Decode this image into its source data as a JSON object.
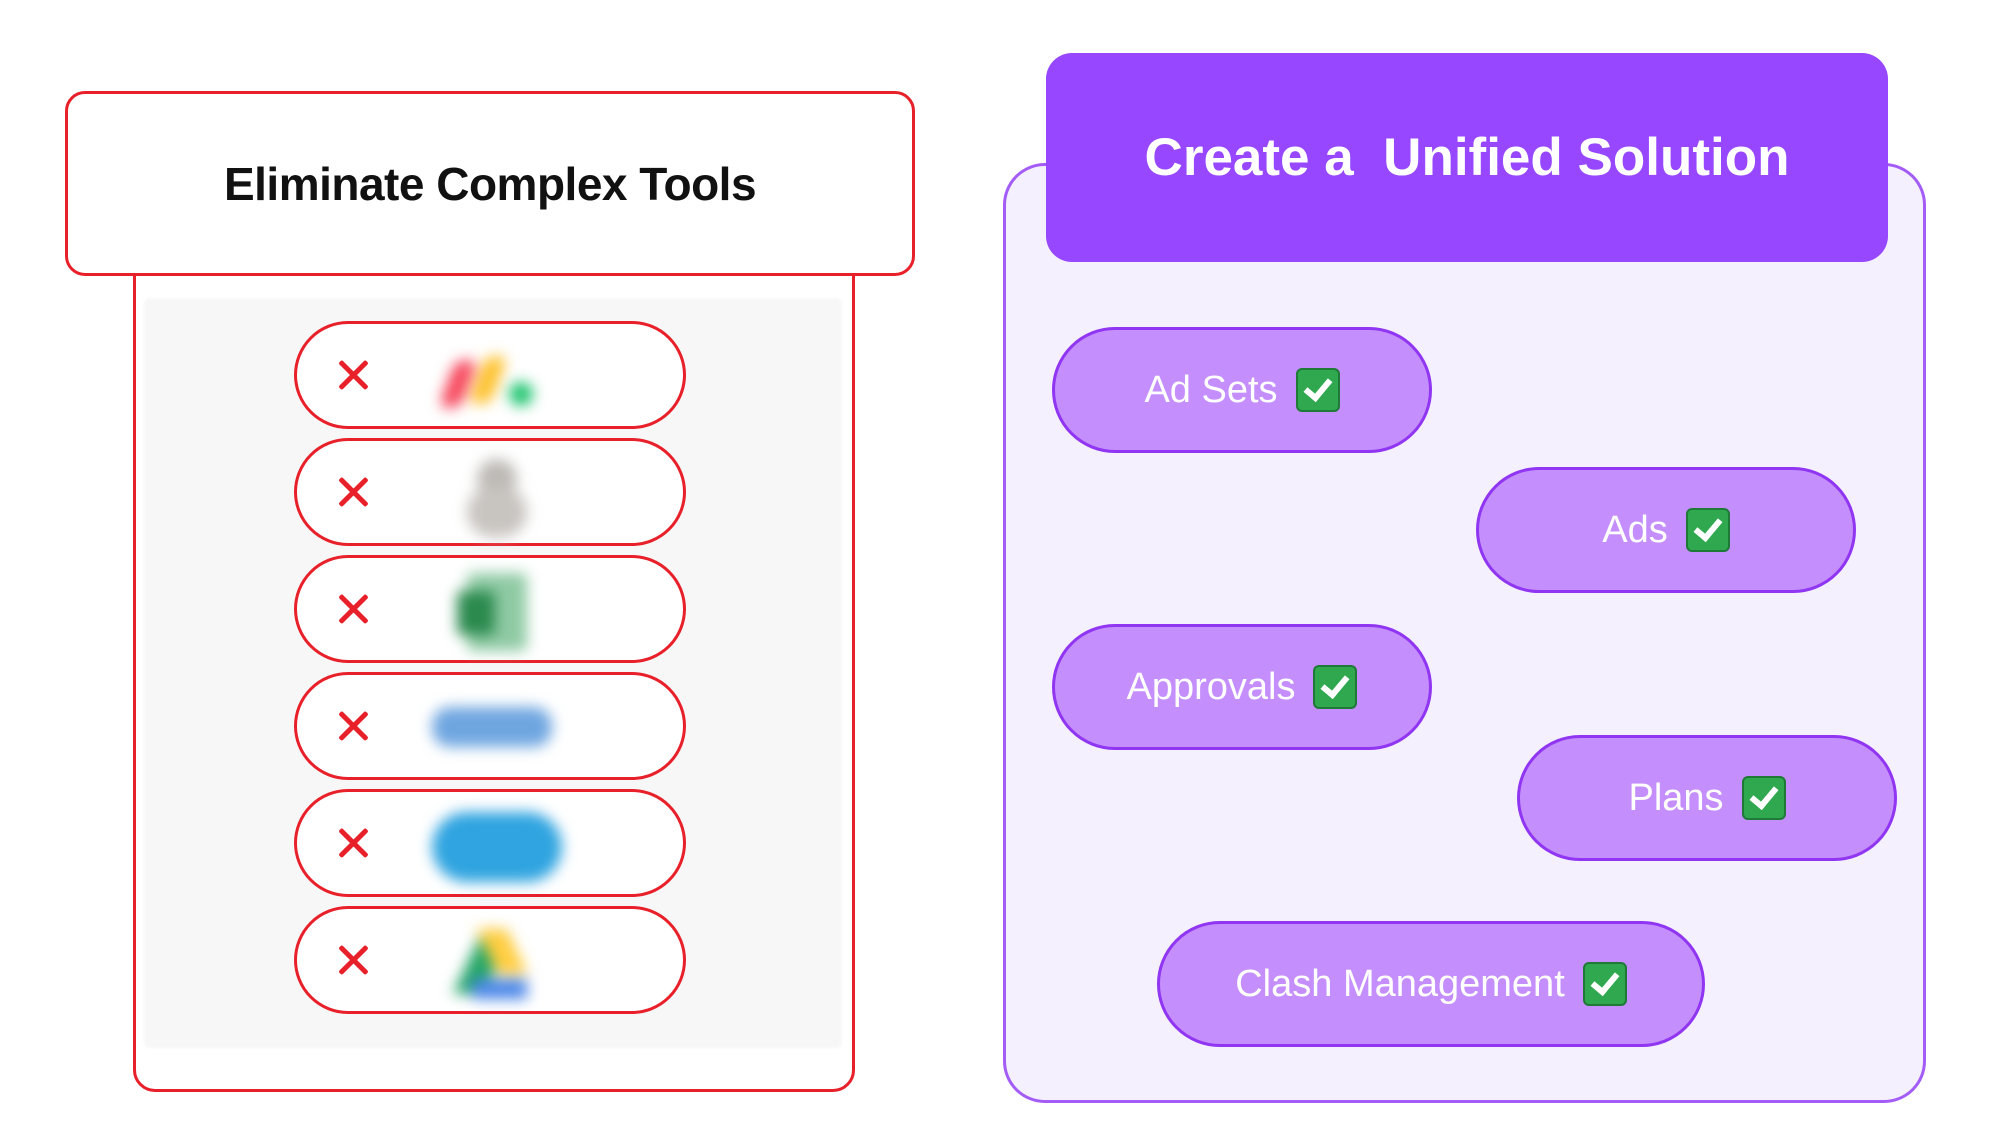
{
  "left": {
    "title": "Eliminate Complex Tools",
    "tools": [
      {
        "icon": "monday-logo-icon",
        "status": "rejected"
      },
      {
        "icon": "gray-logo-icon",
        "status": "rejected"
      },
      {
        "icon": "excel-logo-icon",
        "status": "rejected"
      },
      {
        "icon": "box-logo-icon",
        "status": "rejected"
      },
      {
        "icon": "salesforce-logo-icon",
        "status": "rejected"
      },
      {
        "icon": "google-drive-logo-icon",
        "status": "rejected"
      }
    ],
    "accent_color": "#e8202a"
  },
  "right": {
    "title": "Create a  Unified Solution",
    "features": [
      {
        "label": "Ad Sets",
        "status": "checked"
      },
      {
        "label": "Ads",
        "status": "checked"
      },
      {
        "label": "Approvals",
        "status": "checked"
      },
      {
        "label": "Plans",
        "status": "checked"
      },
      {
        "label": "Clash Management",
        "status": "checked"
      }
    ],
    "accent_color": "#9747ff",
    "pill_color": "#c48efd"
  }
}
